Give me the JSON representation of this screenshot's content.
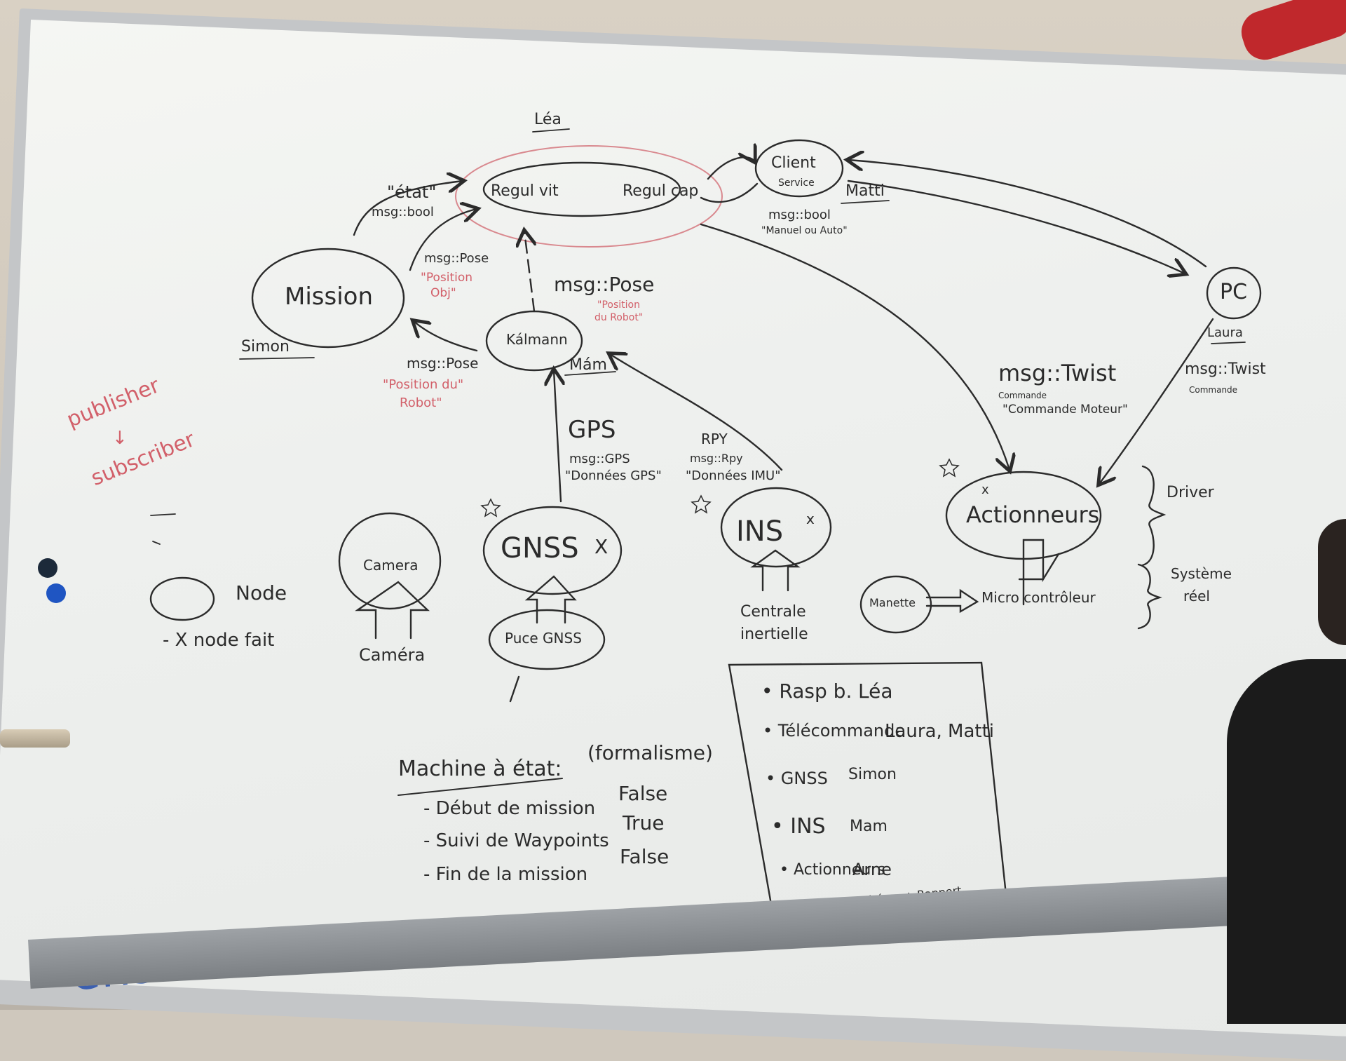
{
  "nodes": {
    "regul_vit": "Regul vit",
    "regul_cap": "Regul cap",
    "client_service": [
      "Client",
      "Service"
    ],
    "mission": "Mission",
    "kalman": "Kálmann",
    "gnss": "GNSS",
    "ins": "INS",
    "actionneurs": "Actionneurs",
    "camera_node": "Camera",
    "puce_gnss": "Puce GNSS",
    "manette": "Manette",
    "pc": "PC"
  },
  "names": {
    "lea": "Léa",
    "matti": "Matti",
    "simon": "Simon",
    "mam": "Mám",
    "laura": "Laura"
  },
  "messages": {
    "etat": "\"état\"",
    "msg_bool_1": "msg::bool",
    "msg_pose_obj": "msg::Pose",
    "position_obj": [
      "\"Position",
      "Obj\""
    ],
    "msg_pose_robot": "msg::Pose",
    "position_du_robot_1": [
      "\"Position",
      "du Robot\""
    ],
    "msg_bool_2": "msg::bool",
    "manuel_ou_auto": "\"Manuel ou Auto\"",
    "msg_pose_mission": "msg::Pose",
    "position_du_robot_2": [
      "\"Position du\"",
      "Robot\""
    ],
    "gps": "GPS",
    "msg_gps": "msg::GPS",
    "donnees_gps": "\"Données GPS\"",
    "rpy": "RPY",
    "msg_rpy": "msg::Rpy",
    "donnees_imu": "\"Données IMU\"",
    "msg_twist_1": "msg::Twist",
    "commande_small": "Commande",
    "commande_moteur": "\"Commande Moteur\"",
    "msg_twist_2": "msg::Twist",
    "commande_2": "Commande"
  },
  "hardware": {
    "camera": "Caméra",
    "centrale_inertielle": [
      "Centrale",
      "inertielle"
    ],
    "micro_controleur": "Micro contrôleur"
  },
  "brackets": {
    "driver": "Driver",
    "systeme_reel": [
      "Système",
      "réel"
    ]
  },
  "legend": {
    "pub_sub": [
      "publisher",
      "↓",
      "subscriber"
    ],
    "node": "Node",
    "node_fait": "- X node fait"
  },
  "state_machine": {
    "title": "Machine à état:",
    "formalism": "(formalisme)",
    "rows": [
      {
        "label": "- Début de mission",
        "value": "False"
      },
      {
        "label": "- Suivi de Waypoints",
        "value": "True"
      },
      {
        "label": "- Fin de la mission",
        "value": "False"
      }
    ]
  },
  "assignments": {
    "rows": [
      {
        "label": "• Rasp b.",
        "who": "Léa"
      },
      {
        "label": "• Télécommande",
        "who": "Laura, Matti"
      },
      {
        "label": "• GNSS",
        "who": "Simon"
      },
      {
        "label": "• INS",
        "who": "Mam"
      },
      {
        "label": "• Actionneurs",
        "who": "Arne"
      }
    ],
    "footer": "1er qui a fini : schéma + Rapport"
  },
  "brand": "enstaLab",
  "colors": {
    "ink": "#2b2b2b",
    "red_marker": "#d2606a",
    "blue_marker": "#3b5fb0",
    "board": "#eef0ee"
  }
}
